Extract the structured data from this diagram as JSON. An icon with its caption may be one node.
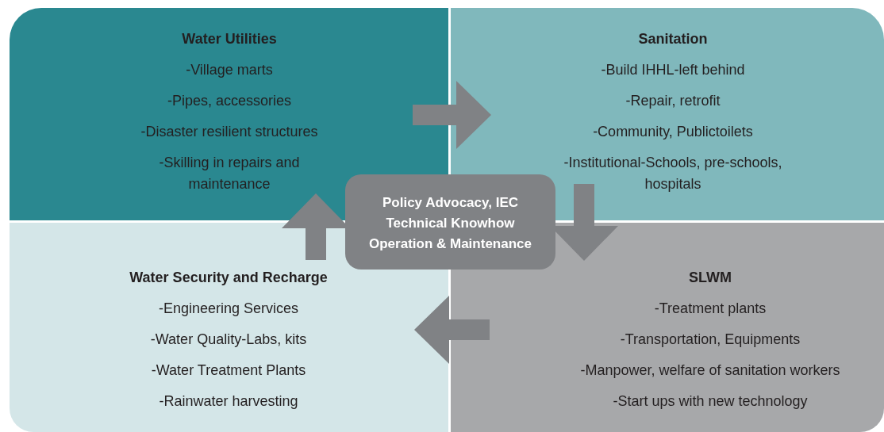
{
  "diagram": {
    "nodes": [
      {
        "text": [
          "Water Utilities",
          "-Village marts",
          "-Pipes, accessories",
          "-Disaster resilient structures",
          "-Skilling in repairs and maintenance"
        ]
      },
      {
        "text": [
          "Sanitation",
          "-Build IHHL-left behind",
          "-Repair, retrofit",
          "-Community, Publictoilets",
          "-Institutional-Schools, pre-schools, hospitals"
        ]
      },
      {
        "text": [
          "Policy Advocacy, IEC",
          "Technical Knowhow",
          "Operation & Maintenance"
        ]
      },
      {
        "text": [
          "Water Security and Recharge",
          "-Engineering Services",
          "-Water Quality-Labs, kits",
          "-Water Treatment Plants",
          "-Rainwater harvesting"
        ]
      },
      {
        "text": [
          "SLWM",
          "-Treatment plants",
          "-Transportation, Equipments",
          "-Manpower, welfare of sanitation workers",
          "-Start ups with new technology"
        ]
      }
    ],
    "edges": [
      {
        "from": 0,
        "to": 1,
        "arrow": "to"
      },
      {
        "from": 1,
        "to": 4,
        "arrow": "to"
      },
      {
        "from": 4,
        "to": 3,
        "arrow": "to"
      },
      {
        "from": 3,
        "to": 0,
        "arrow": "to"
      }
    ]
  }
}
